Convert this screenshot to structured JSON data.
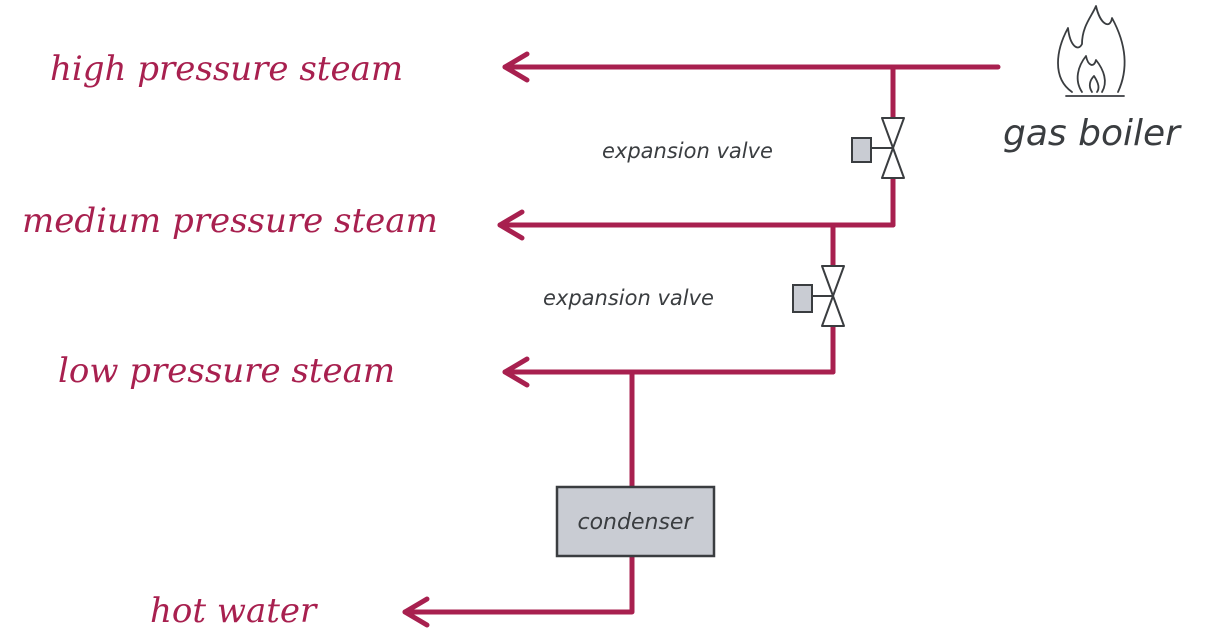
{
  "labels": {
    "high_pressure": "high pressure steam",
    "medium_pressure": "medium pressure steam",
    "low_pressure": "low pressure steam",
    "hot_water": "hot water",
    "gas_boiler": "gas boiler",
    "expansion_valve_1": "expansion valve",
    "expansion_valve_2": "expansion valve",
    "condenser": "condenser"
  },
  "colors": {
    "pipe": "#a8204f",
    "ink": "#3a3d40",
    "component_fill": "#c9ccd3"
  },
  "icons": {
    "boiler": "flame-icon",
    "valve": "valve-icon"
  }
}
